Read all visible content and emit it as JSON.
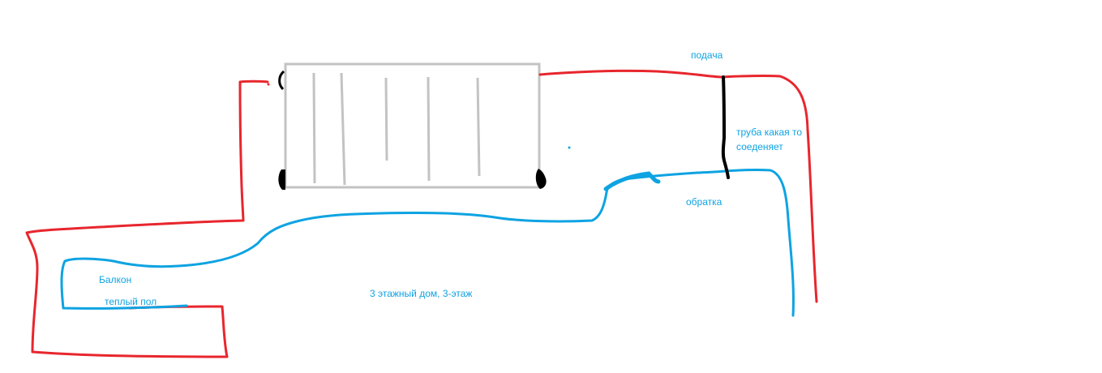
{
  "labels": {
    "supply": "подача",
    "connector": "труба какая то соеденяет",
    "return": "обратка",
    "balcony": "Балкон",
    "warm_floor": "теплый пол",
    "house": "3 этажный дом, 3-этаж"
  },
  "colors": {
    "supply_pipe": "#e8262d",
    "return_pipe": "#0ea3e2",
    "connector_pipe": "#000000",
    "radiator": "#c3c3c3",
    "label_text": "#0ea3e2"
  }
}
